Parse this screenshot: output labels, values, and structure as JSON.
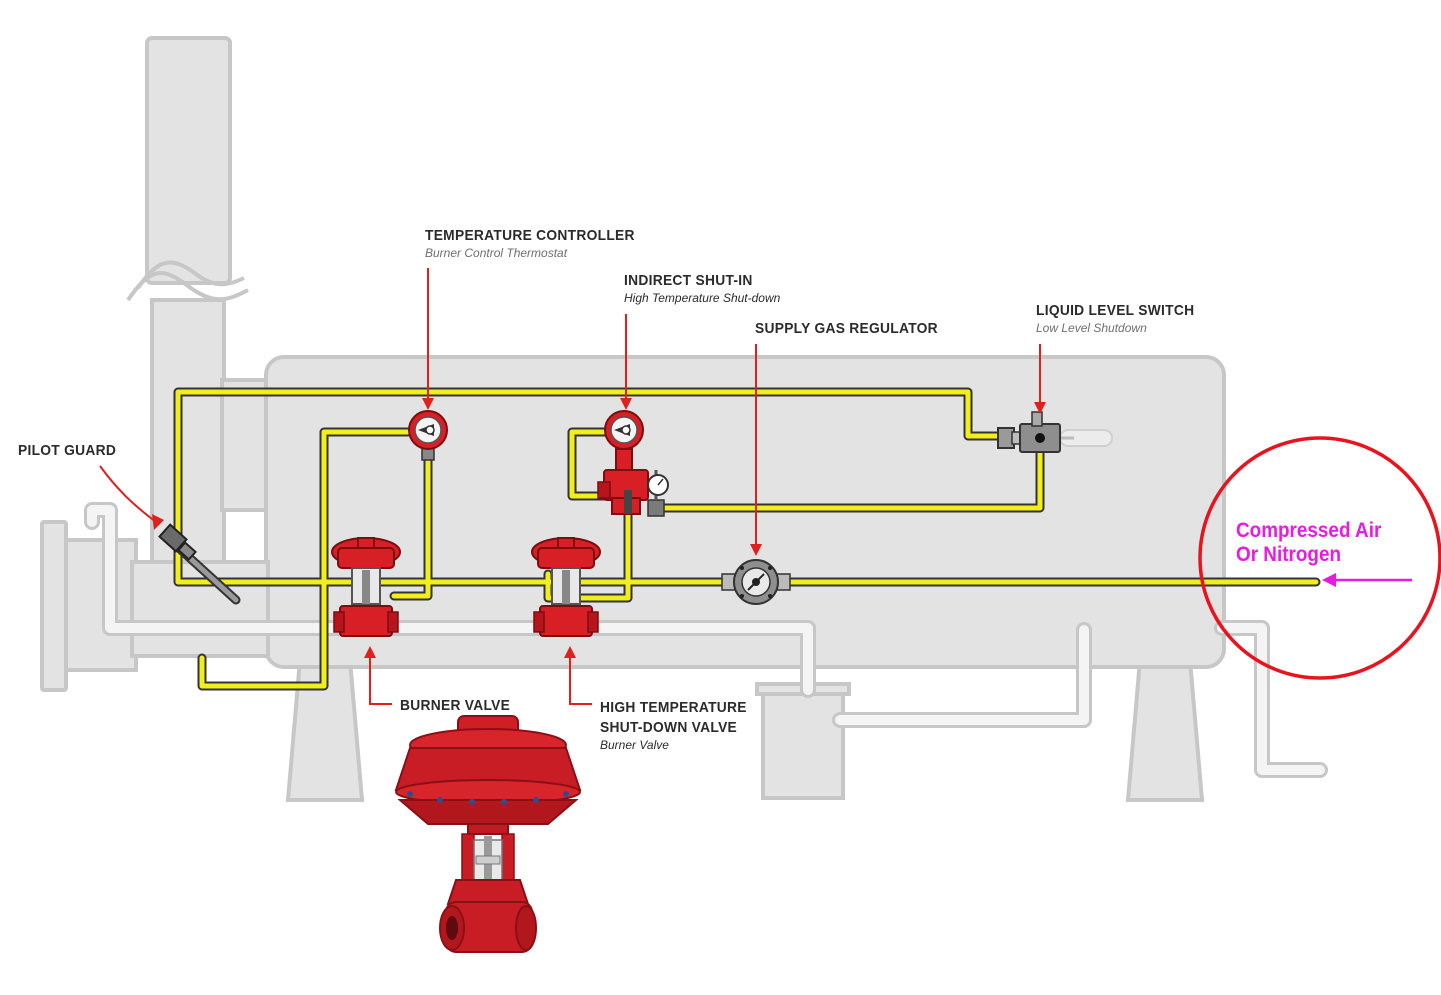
{
  "labels": {
    "temperature_controller": {
      "title": "TEMPERATURE CONTROLLER",
      "subtitle": "Burner Control Thermostat"
    },
    "indirect_shut_in": {
      "title": "INDIRECT SHUT-IN",
      "subtitle": "High Temperature Shut-down"
    },
    "supply_gas_regulator": {
      "title": "SUPPLY GAS REGULATOR"
    },
    "liquid_level_switch": {
      "title": "LIQUID LEVEL SWITCH",
      "subtitle": "Low Level Shutdown"
    },
    "pilot_guard": {
      "title": "PILOT GUARD"
    },
    "burner_valve": {
      "title": "BURNER VALVE"
    },
    "high_temp_valve": {
      "title_line1": "HIGH TEMPERATURE",
      "title_line2": "SHUT-DOWN VALVE",
      "subtitle": "Burner Valve"
    }
  },
  "callout": {
    "line1": "Compressed Air",
    "line2": "Or Nitrogen"
  },
  "colors": {
    "vessel_fill": "#e3e3e3",
    "vessel_stroke": "#c7c7c7",
    "pipe_yellow": "#f2ee1c",
    "pipe_outline": "#333333",
    "valve_red": "#d81f26",
    "pointer_red": "#e0201c",
    "callout_magenta": "#e81ce0",
    "circle_red": "#e8131c"
  }
}
